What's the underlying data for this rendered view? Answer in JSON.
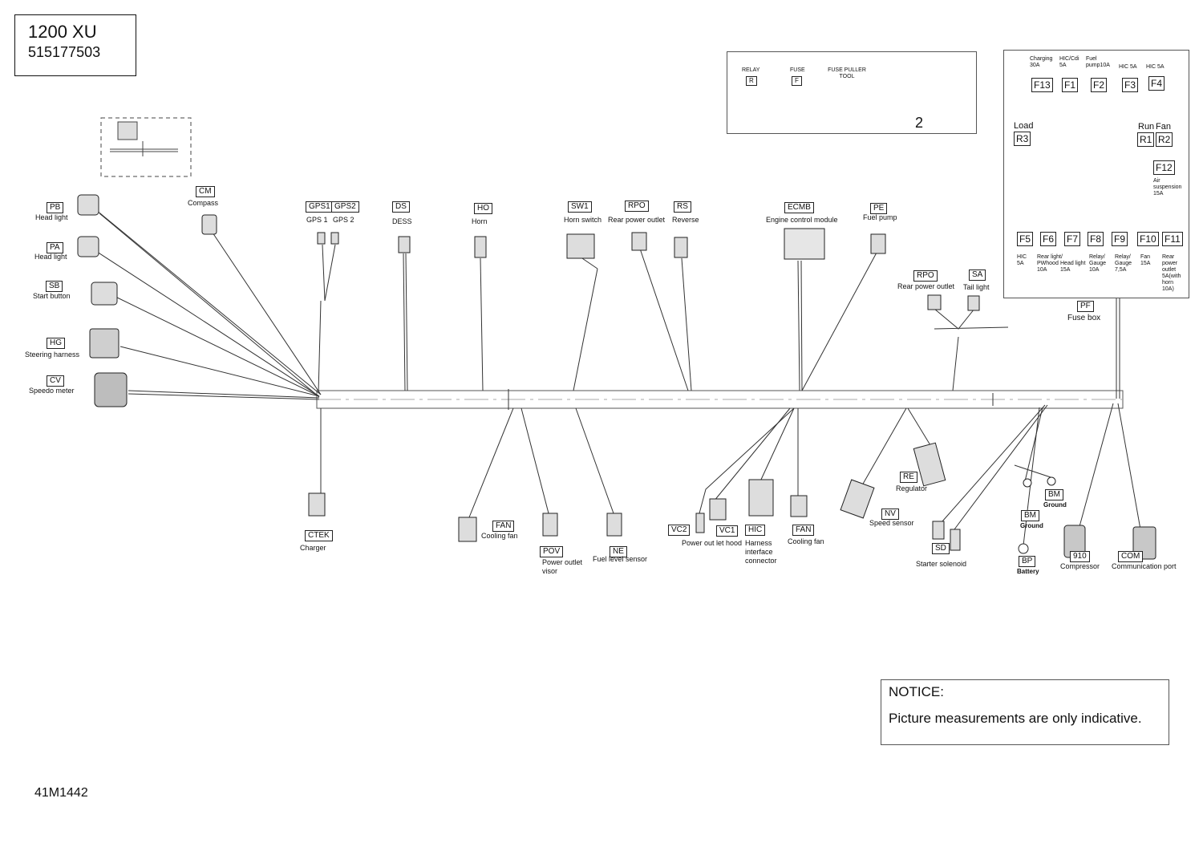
{
  "title": {
    "model": "1200 XU",
    "part_number": "515177503"
  },
  "notice": {
    "title": "NOTICE:",
    "text": "Picture measurements are only indicative."
  },
  "doc_code": "41M1442",
  "kit": {
    "relay": {
      "caption": "RELAY",
      "code": "R"
    },
    "fuse": {
      "caption": "FUSE",
      "code": "F"
    },
    "puller": {
      "caption": "FUSE PULLER TOOL"
    },
    "item_number": "2"
  },
  "connectors": {
    "pb": {
      "code": "PB",
      "label": "Head light"
    },
    "pa": {
      "code": "PA",
      "label": "Head light"
    },
    "sb": {
      "code": "SB",
      "label": "Start button"
    },
    "hg": {
      "code": "HG",
      "label": "Steering harness"
    },
    "cv": {
      "code": "CV",
      "label": "Speedo meter"
    },
    "cm": {
      "code": "CM",
      "label": "Compass"
    },
    "gps1": {
      "code": "GPS1",
      "label": "GPS 1"
    },
    "gps2": {
      "code": "GPS2",
      "label": "GPS 2"
    },
    "ds": {
      "code": "DS",
      "label": "DESS"
    },
    "ho": {
      "code": "HO",
      "label": "Horn"
    },
    "sw1": {
      "code": "SW1",
      "label": "Horn switch"
    },
    "rpo": {
      "code": "RPO",
      "label": "Rear power outlet"
    },
    "rs": {
      "code": "RS",
      "label": "Reverse"
    },
    "ecmb": {
      "code": "ECMB",
      "label": "Engine control module"
    },
    "pe": {
      "code": "PE",
      "label": "Fuel pump"
    },
    "rpo2": {
      "code": "RPO",
      "label": "Rear power outlet"
    },
    "sa": {
      "code": "SA",
      "label": "Tail light"
    },
    "pf": {
      "code": "PF",
      "label": "Fuse box"
    },
    "ctek": {
      "code": "CTEK",
      "label": "Charger"
    },
    "fan1": {
      "code": "FAN",
      "label": "Cooling fan"
    },
    "pov": {
      "code": "POV",
      "label": "Power outlet visor"
    },
    "ne": {
      "code": "NE",
      "label": "Fuel level sensor"
    },
    "vc2": {
      "code": "VC2",
      "label": ""
    },
    "vc1": {
      "code": "VC1",
      "label": "Power out let hood"
    },
    "hic": {
      "code": "HIC",
      "label": "Harness interface connector"
    },
    "fan2": {
      "code": "FAN",
      "label": "Cooling fan"
    },
    "re": {
      "code": "RE",
      "label": "Regulator"
    },
    "nv": {
      "code": "NV",
      "label": "Speed sensor"
    },
    "sd": {
      "code": "SD",
      "label": "Starter solenoid"
    },
    "bm1": {
      "code": "BM",
      "label": "Ground"
    },
    "bm2": {
      "code": "BM",
      "label": "Ground"
    },
    "bp": {
      "code": "BP",
      "label": "Battery"
    },
    "c910": {
      "code": "910",
      "label": "Compressor"
    },
    "com": {
      "code": "COM",
      "label": "Communication port"
    }
  },
  "fusebox": {
    "top_fuses": [
      {
        "code": "F13",
        "desc": "Charging 30A"
      },
      {
        "code": "F1",
        "desc": "HIC/Cdi 5A"
      },
      {
        "code": "F2",
        "desc": "Fuel pump10A"
      },
      {
        "code": "F3",
        "desc": "HIC 5A"
      },
      {
        "code": "F4",
        "desc": "HIC 5A"
      }
    ],
    "relays": [
      {
        "code": "R3",
        "desc": "Load"
      },
      {
        "code": "R1",
        "desc": "Run"
      },
      {
        "code": "R2",
        "desc": "Fan"
      }
    ],
    "f12": {
      "code": "F12",
      "desc": "Air suspension 15A"
    },
    "bottom_fuses": [
      {
        "code": "F5",
        "desc": "HIC 5A"
      },
      {
        "code": "F6",
        "desc": "Rear light/ PWhood 10A"
      },
      {
        "code": "F7",
        "desc": "Head light 15A"
      },
      {
        "code": "F8",
        "desc": "Relay/ Gauge 10A"
      },
      {
        "code": "F9",
        "desc": "Relay/ Gauge 7,5A"
      },
      {
        "code": "F10",
        "desc": "Fan 15A"
      },
      {
        "code": "F11",
        "desc": "Rear power outlet 5A(with horn 10A)"
      }
    ]
  }
}
